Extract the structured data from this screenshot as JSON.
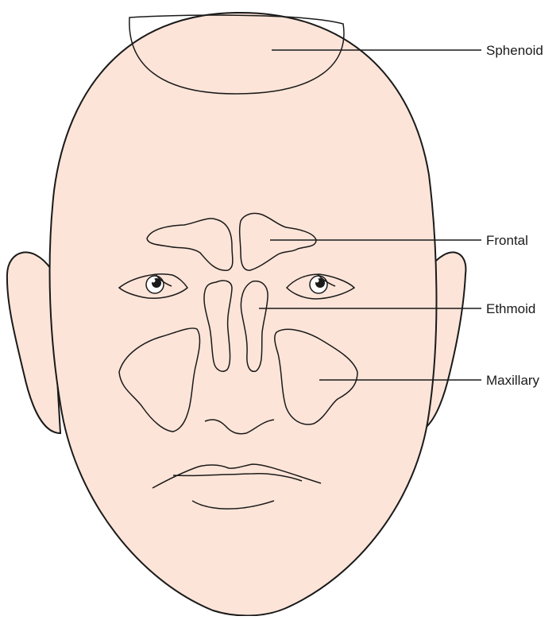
{
  "labels": {
    "sphenoid": "Sphenoid",
    "frontal": "Frontal",
    "ethmoid": "Ethmoid",
    "maxillary": "Maxillary"
  },
  "colors": {
    "skin": "#fde4d8",
    "sinus_fill": "#eec4cc",
    "hatch": "#5a3a40",
    "outline": "#1a1a1a"
  }
}
